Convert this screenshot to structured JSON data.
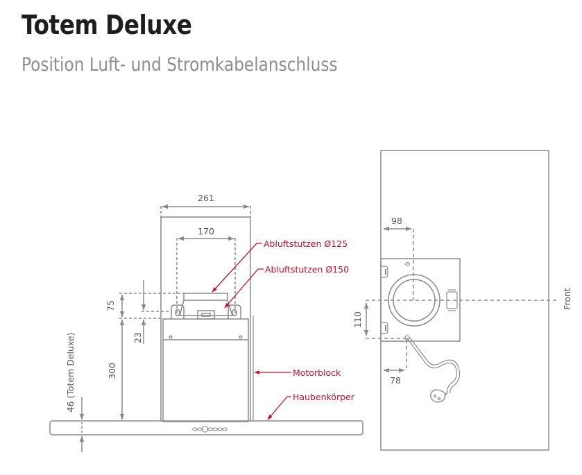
{
  "header": {
    "title": "Totem Deluxe",
    "subtitle": "Position Luft- und Stromkabelanschluss"
  },
  "colors": {
    "line": "#8a8a8a",
    "callout": "#c0102a",
    "text": "#555555"
  },
  "side_view": {
    "dimensions": {
      "chimney_width": "261",
      "duct_spacing": "170",
      "outlet_height": "75",
      "outlet_offset": "23",
      "motor_height": "300",
      "body_height": "46 (Totem Deluxe)"
    },
    "callouts": {
      "outlet_125": "Abluftstutzen Ø125",
      "outlet_150": "Abluftstutzen Ø150",
      "motor_block": "Motorblock",
      "hood_body": "Haubenkörper"
    }
  },
  "top_view": {
    "dimensions": {
      "outlet_from_wall": "98",
      "outlet_depth": "110",
      "cable_from_wall": "78"
    },
    "front_label": "Front"
  }
}
